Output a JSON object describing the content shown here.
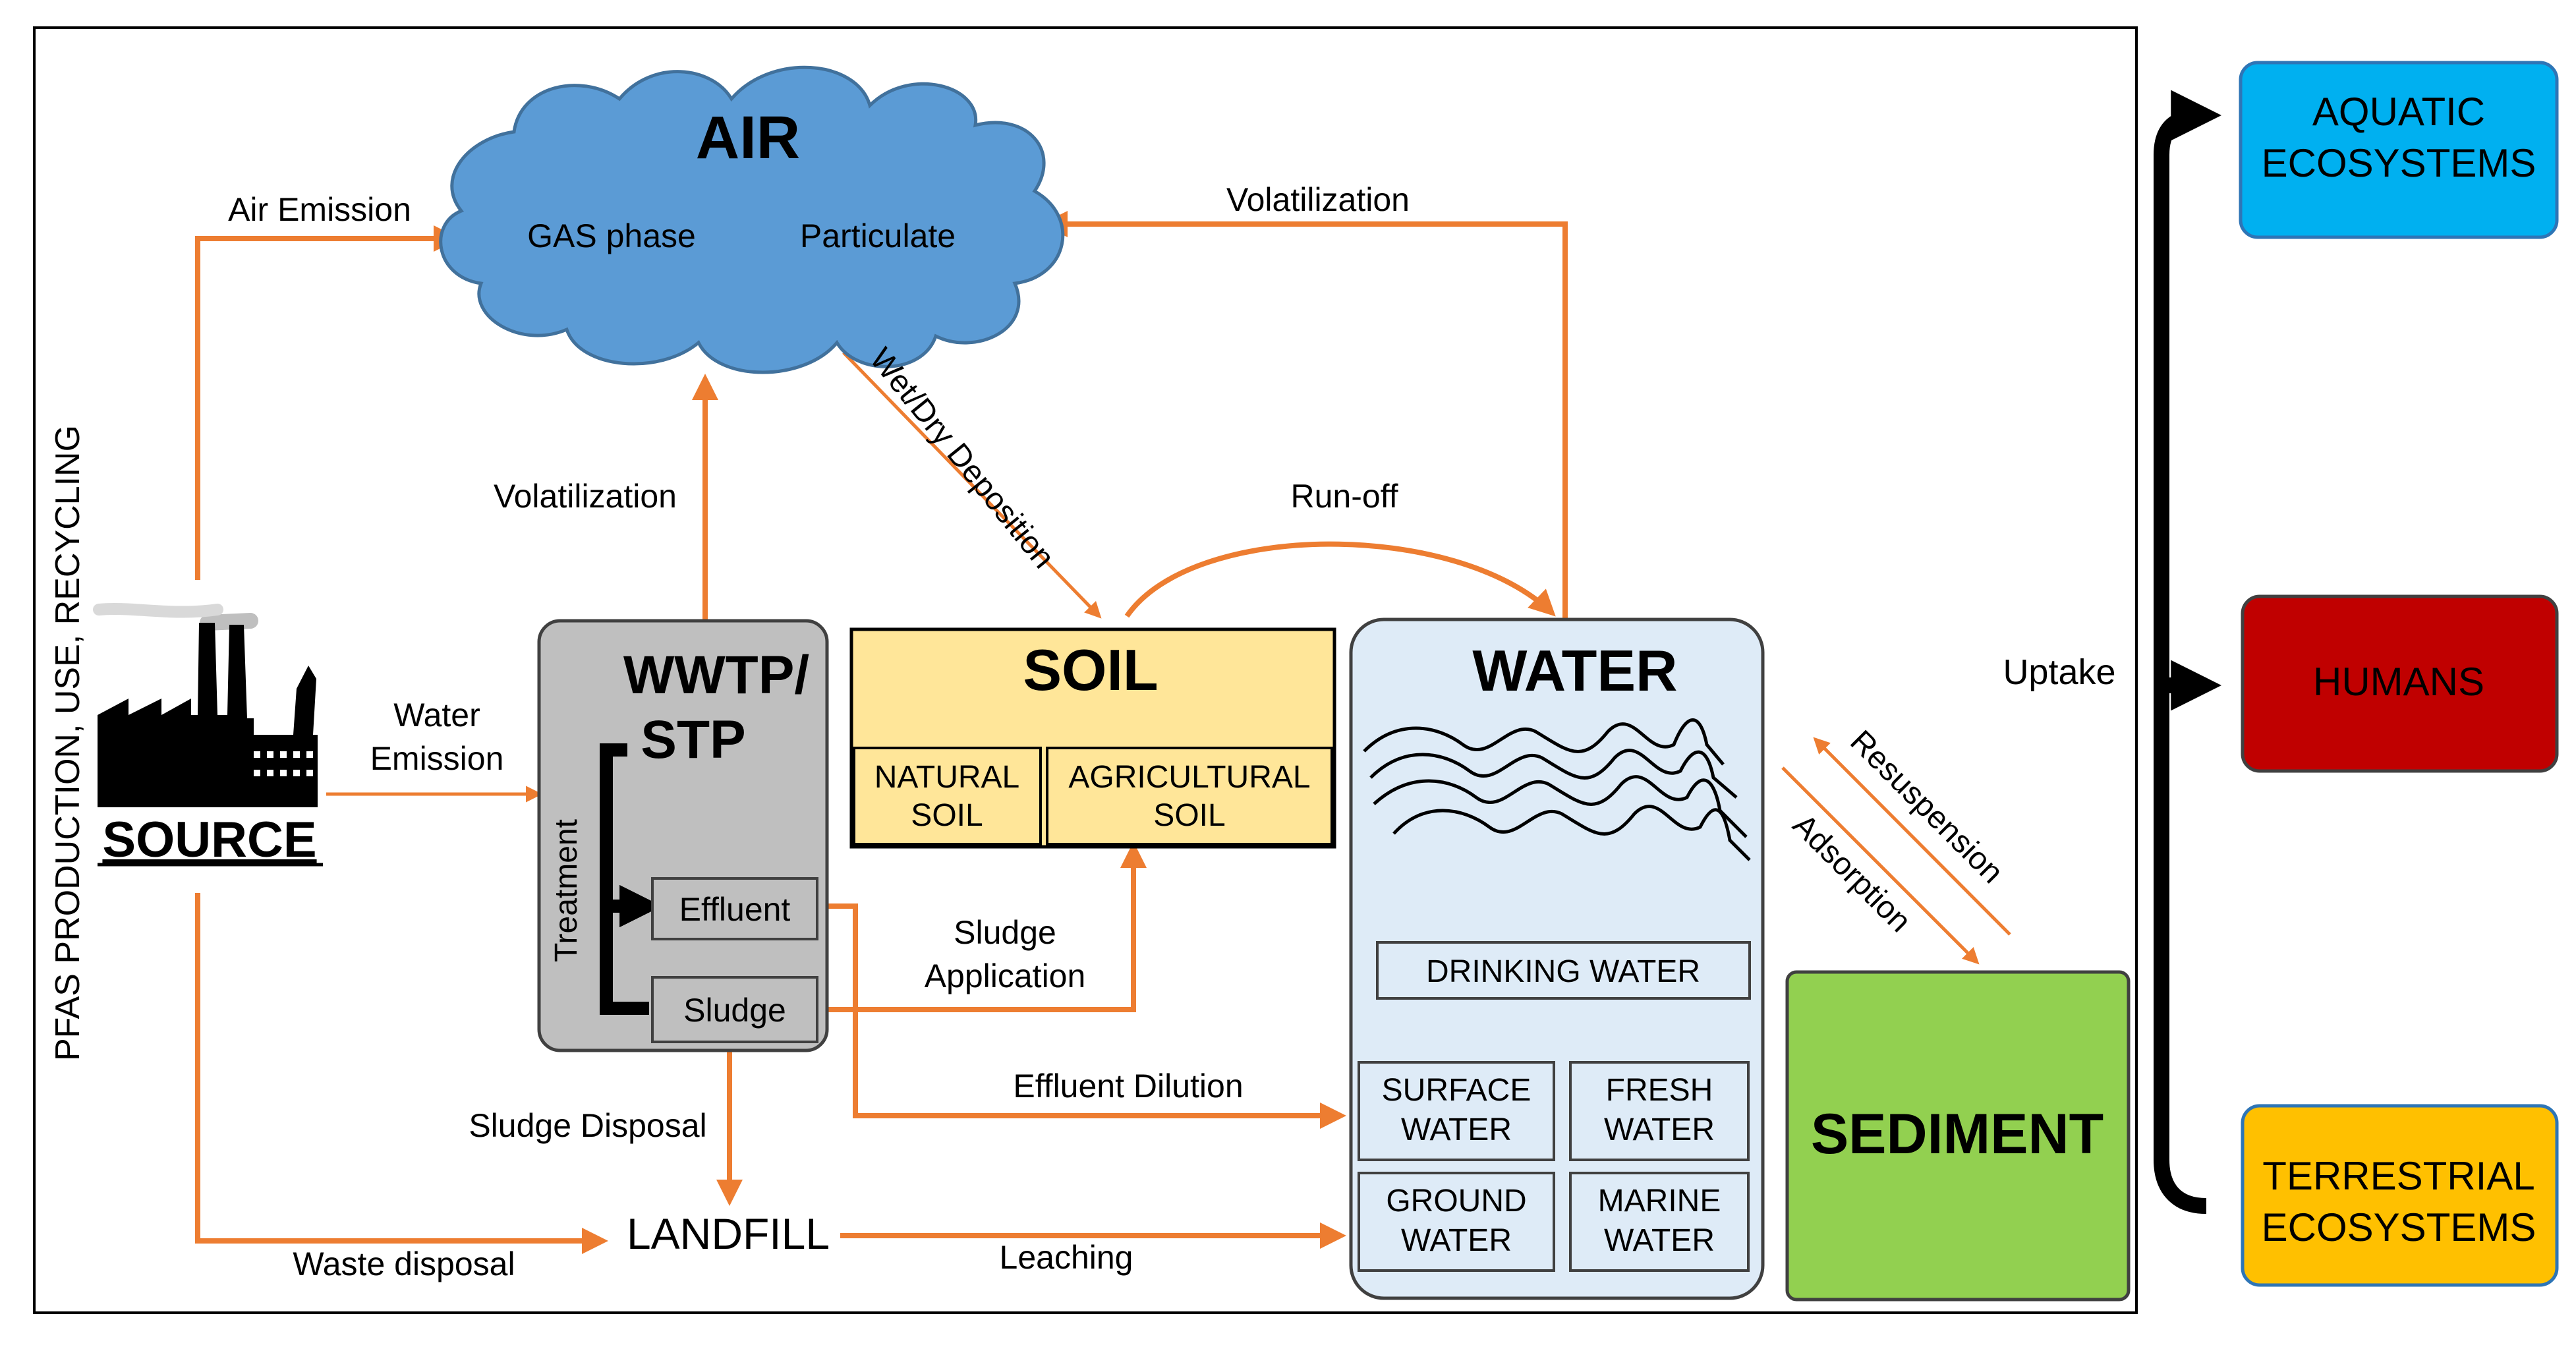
{
  "vertical_label": "PFAS PRODUCTION, USE, RECYCLING",
  "source": {
    "label": "SOURCE"
  },
  "air": {
    "title": "AIR",
    "gas": "GAS phase",
    "particulate": "Particulate"
  },
  "wwtp": {
    "line1": "WWTP/",
    "line2": "STP",
    "treatment": "Treatment",
    "effluent": "Effluent",
    "sludge": "Sludge"
  },
  "soil": {
    "title": "SOIL",
    "natural": [
      "NATURAL",
      "SOIL"
    ],
    "agricultural": [
      "AGRICULTURAL",
      "SOIL"
    ]
  },
  "water": {
    "title": "WATER",
    "drinking": "DRINKING WATER",
    "surface": [
      "SURFACE",
      "WATER"
    ],
    "fresh": [
      "FRESH",
      "WATER"
    ],
    "ground": [
      "GROUND",
      "WATER"
    ],
    "marine": [
      "MARINE",
      "WATER"
    ]
  },
  "sediment": {
    "title": "SEDIMENT"
  },
  "landfill": {
    "label": "LANDFILL"
  },
  "flows": {
    "air_emission": "Air Emission",
    "water_emission": [
      "Water",
      "Emission"
    ],
    "volatilization_wwtp": "Volatilization",
    "volatilization_water": "Volatilization",
    "wet_dry_deposition": "Wet/Dry Deposition",
    "run_off": "Run-off",
    "sludge_application": [
      "Sludge",
      "Application"
    ],
    "effluent_dilution": "Effluent Dilution",
    "sludge_disposal": "Sludge Disposal",
    "waste_disposal": "Waste disposal",
    "leaching": "Leaching",
    "resuspension": "Resuspension",
    "adsorption": "Adsorption",
    "uptake": "Uptake"
  },
  "receptors": {
    "aquatic": [
      "AQUATIC",
      "ECOSYSTEMS"
    ],
    "humans": "HUMANS",
    "terrestrial": [
      "TERRESTRIAL",
      "ECOSYSTEMS"
    ]
  },
  "colors": {
    "arrow": "#ED7D31",
    "air_cloud": "#5B9BD5",
    "wwtp_fill": "#BFBFBF",
    "soil_fill": "#FFE699",
    "water_fill": "#DEEBF7",
    "sediment_fill": "#92D050",
    "aquatic_fill": "#00B0F0",
    "humans_fill": "#C00000",
    "terrestrial_fill": "#FFC000"
  }
}
